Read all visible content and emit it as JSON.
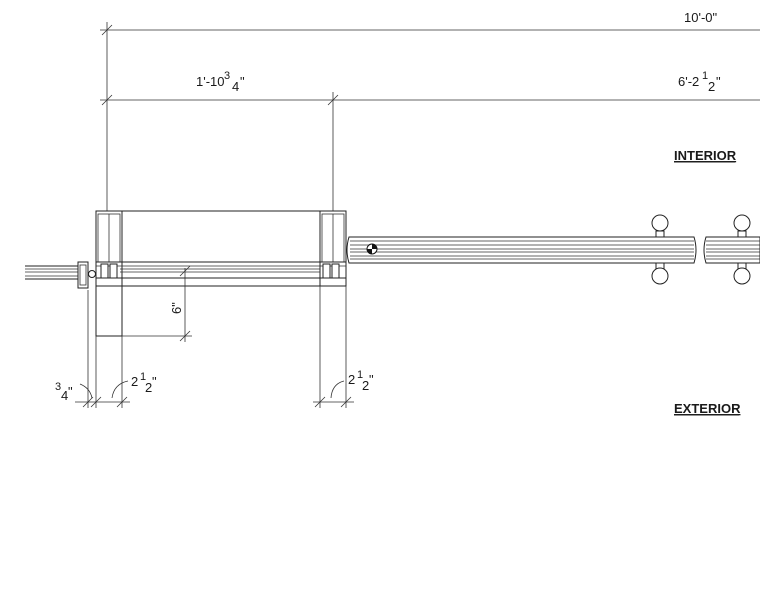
{
  "dimensions": {
    "overall": {
      "main": "10'-0\""
    },
    "left_span": {
      "main": "1'-10",
      "num": "3",
      "den": "4",
      "unit": "\""
    },
    "right_span": {
      "main": "6'-2",
      "num": "1",
      "den": "2",
      "unit": "\""
    },
    "depth": {
      "main": "6\""
    },
    "left_quarter": {
      "num": "3",
      "den": "4",
      "unit": "\""
    },
    "left_two_half": {
      "main": "2",
      "num": "1",
      "den": "2",
      "unit": "\""
    },
    "right_two_half": {
      "main": "2",
      "num": "1",
      "den": "2",
      "unit": "\""
    }
  },
  "labels": {
    "interior": "INTERIOR",
    "exterior": "EXTERIOR"
  }
}
